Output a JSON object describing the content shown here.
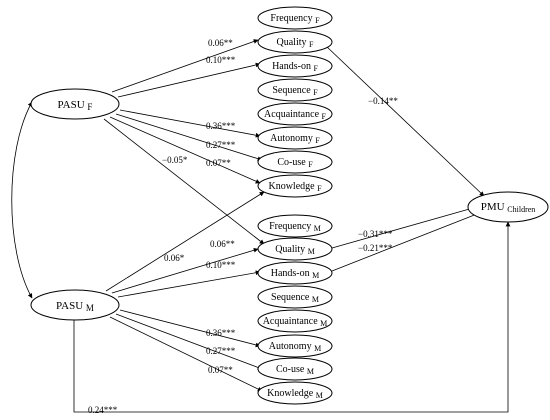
{
  "nodes": {
    "pasu_f": {
      "label": "PASU",
      "sub": "F"
    },
    "pasu_m": {
      "label": "PASU",
      "sub": "M"
    },
    "pmu": {
      "label": "PMU",
      "sub": "Children"
    },
    "frequency_f": {
      "label": "Frequency",
      "sub": "F"
    },
    "quality_f": {
      "label": "Quality",
      "sub": "F"
    },
    "handson_f": {
      "label": "Hands-on",
      "sub": "F"
    },
    "sequence_f": {
      "label": "Sequence",
      "sub": "F"
    },
    "acquaint_f": {
      "label": "Acquaintance",
      "sub": "F"
    },
    "autonomy_f": {
      "label": "Autonomy",
      "sub": "F"
    },
    "couse_f": {
      "label": "Co-use",
      "sub": "F"
    },
    "knowledge_f": {
      "label": "Knowledge",
      "sub": "F"
    },
    "frequency_m": {
      "label": "Frequency",
      "sub": "M"
    },
    "quality_m": {
      "label": "Quality",
      "sub": "M"
    },
    "handson_m": {
      "label": "Hands-on",
      "sub": "M"
    },
    "sequence_m": {
      "label": "Sequence",
      "sub": "M"
    },
    "acquaint_m": {
      "label": "Acquaintance",
      "sub": "M"
    },
    "autonomy_m": {
      "label": "Autonomy",
      "sub": "M"
    },
    "couse_m": {
      "label": "Co-use",
      "sub": "M"
    },
    "knowledge_m": {
      "label": "Knowledge",
      "sub": "M"
    }
  },
  "coefficients": {
    "f_quality": "0.06**",
    "f_handson": "0.10***",
    "f_autonomy": "0.36***",
    "f_couse": "0.27***",
    "f_knowledge": "0.07**",
    "f_quality_m": "−0.05*",
    "qf_pmu": "−0.14**",
    "m_knowledge_f": "0.06*",
    "m_quality": "0.06**",
    "m_handson": "0.10***",
    "qm_pmu": "−0.31***",
    "hm_pmu": "−0.21***",
    "m_autonomy": "0.36***",
    "m_couse": "0.27***",
    "m_knowledge": "0.07**",
    "m_pmu": "0.24***"
  }
}
